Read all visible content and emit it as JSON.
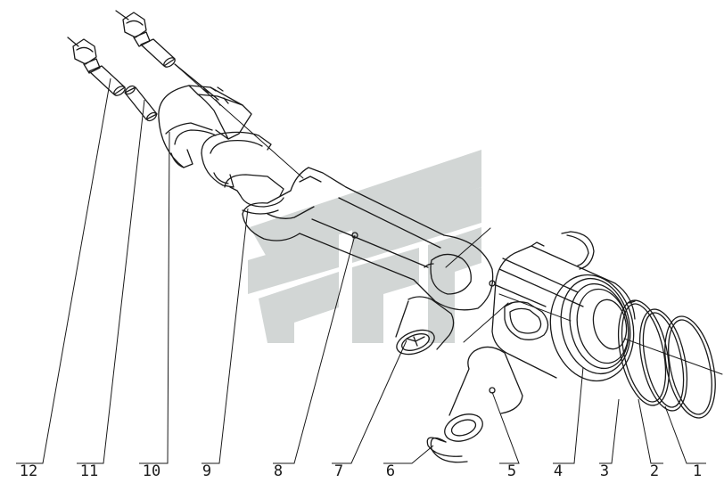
{
  "callouts": [
    {
      "number": "1"
    },
    {
      "number": "2"
    },
    {
      "number": "3"
    },
    {
      "number": "4"
    },
    {
      "number": "5"
    },
    {
      "number": "6"
    },
    {
      "number": "7"
    },
    {
      "number": "8"
    },
    {
      "number": "9"
    },
    {
      "number": "10"
    },
    {
      "number": "11"
    },
    {
      "number": "12"
    }
  ],
  "colors": {
    "ink": "#1a1a1a",
    "watermark": "#d2d6d5"
  }
}
